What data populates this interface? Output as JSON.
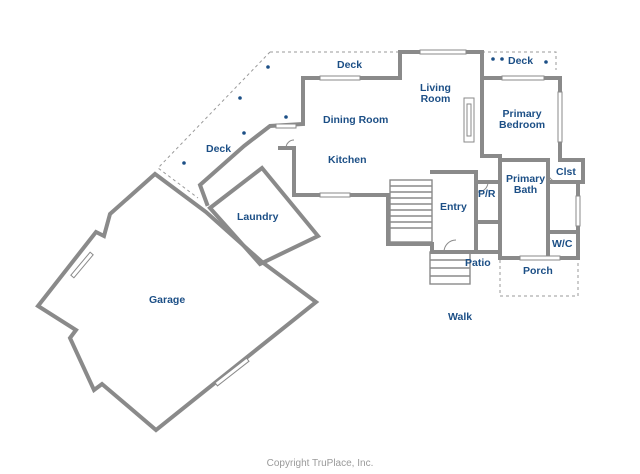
{
  "rooms": {
    "deck_top": "Deck",
    "living_room": [
      "Living",
      "Room"
    ],
    "deck_right": "Deck",
    "primary_bedroom": [
      "Primary",
      "Bedroom"
    ],
    "dining_room": "Dining Room",
    "deck_left": "Deck",
    "kitchen": "Kitchen",
    "primary_bath": [
      "Primary",
      "Bath"
    ],
    "closet": "Clst",
    "laundry": "Laundry",
    "entry": "Entry",
    "powder_room": "P/R",
    "walk_in_closet": "W/C",
    "patio": "Patio",
    "porch": "Porch",
    "garage": "Garage",
    "walk": "Walk"
  },
  "copyright": "Copyright  TruPlace, Inc.",
  "colors": {
    "label": "#1c4f86",
    "wall": "#8a8a8a"
  }
}
